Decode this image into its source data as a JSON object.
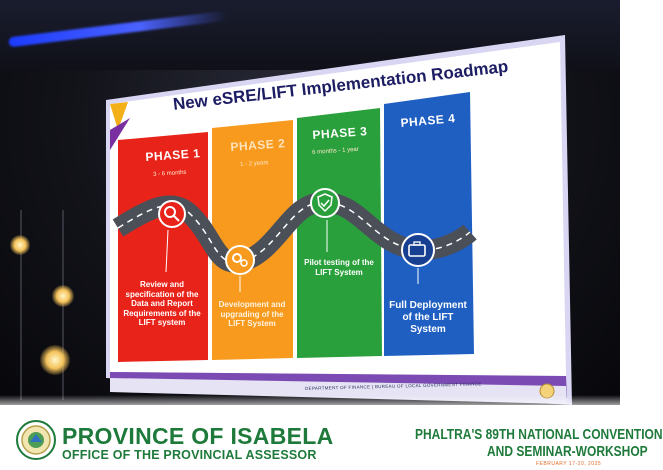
{
  "slide": {
    "title": "New eSRE/LIFT Implementation Roadmap",
    "footer": "DEPARTMENT OF FINANCE | BUREAU OF LOCAL GOVERNMENT FINANCE",
    "phases": [
      {
        "title": "PHASE 1",
        "duration": "3 - 6 months",
        "description": "Review and specification of the Data and Report Requirements of the LIFT system",
        "color": "#e8241a",
        "icon": "magnifier-icon"
      },
      {
        "title": "PHASE 2",
        "duration": "1 - 2 years",
        "description": "Development and upgrading of the LIFT System",
        "color": "#f79a1e",
        "icon": "gears-icon"
      },
      {
        "title": "PHASE 3",
        "duration": "6 months - 1 year",
        "description": "Pilot testing of the LIFT System",
        "color": "#2aa03c",
        "icon": "shield-check-icon"
      },
      {
        "title": "PHASE 4",
        "duration": "",
        "description": "Full Deployment of the LIFT System",
        "color": "#1f5fc2",
        "icon": "briefcase-icon"
      }
    ]
  },
  "banner": {
    "province": "PROVINCE OF ISABELA",
    "office": "OFFICE OF THE PROVINCIAL ASSESSOR",
    "event_line1": "PHALTRA'S 89TH NATIONAL CONVENTION",
    "event_line2": "AND SEMINAR-WORKSHOP",
    "event_date": "FEBRUARY 17-20, 2025",
    "seal_icon": "provincial-seal-icon"
  },
  "colors": {
    "banner_green": "#1e7a3a",
    "slide_bg": "#ffffff",
    "accent_purple": "#7a2fa0"
  }
}
